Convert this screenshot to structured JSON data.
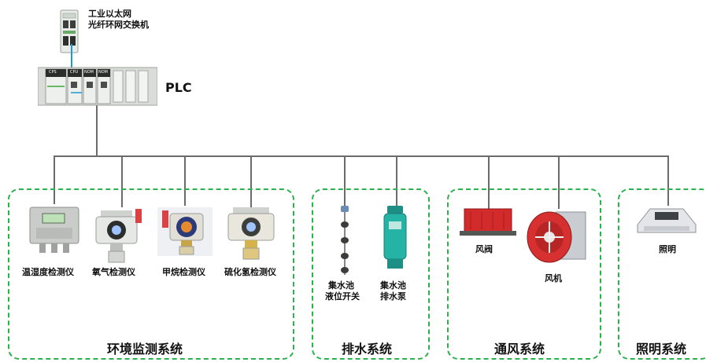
{
  "switch": {
    "line1": "工业以太网",
    "line2": "光纤环网交换机"
  },
  "plc": {
    "label": "PLC",
    "modules": [
      "CPS",
      "CPU",
      "NOM",
      "NOM"
    ]
  },
  "systems": [
    {
      "name": "环境监测系统",
      "devices": [
        "温湿度检测仪",
        "氧气检测仪",
        "甲烷检测仪",
        "硫化氢检测仪"
      ]
    },
    {
      "name": "排水系统",
      "devices": [
        [
          "集水池",
          "液位开关"
        ],
        [
          "集水池",
          "排水泵"
        ]
      ]
    },
    {
      "name": "通风系统",
      "devices": [
        "风阀",
        "风机"
      ]
    },
    {
      "name": "照明系统",
      "devices": [
        "照明"
      ]
    }
  ],
  "colors": {
    "frame": "#2bb24c",
    "wire": "#6b6b6b",
    "fiber": "#1a9ad6"
  }
}
